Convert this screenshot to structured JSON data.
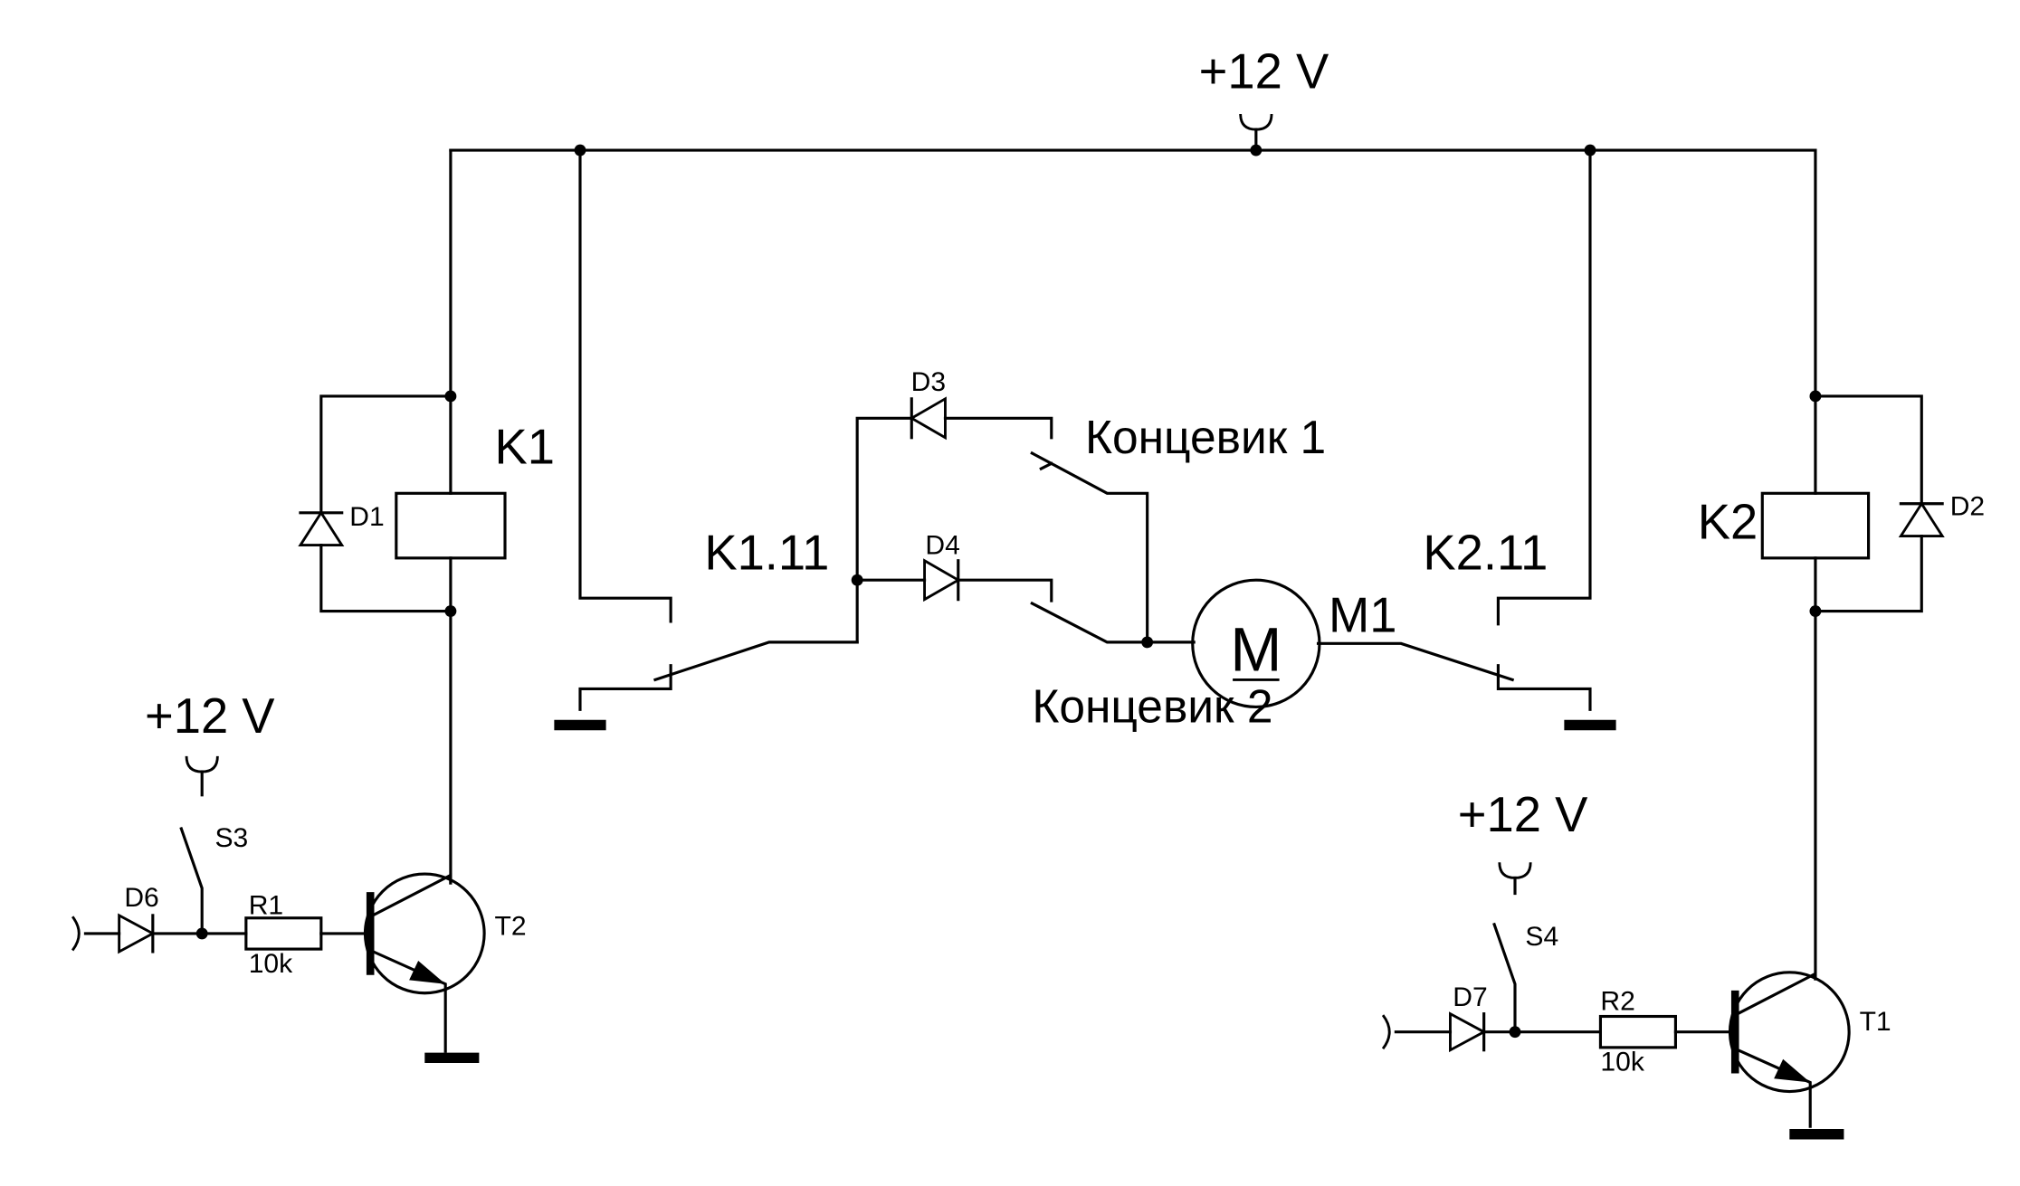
{
  "labels": {
    "supply_top": "+12 V",
    "supply_left": "+12 V",
    "supply_right": "+12 V",
    "k1": "K1",
    "k2": "K2",
    "k1_contact": "K1.11",
    "k2_contact": "K2.11",
    "limit1": "Концевик 1",
    "limit2": "Концевик 2",
    "motor": "M1",
    "motor_symbol": "M",
    "d1": "D1",
    "d2": "D2",
    "d3": "D3",
    "d4": "D4",
    "d6": "D6",
    "d7": "D7",
    "s3": "S3",
    "s4": "S4",
    "r1": "R1",
    "r1_value": "10k",
    "r2": "R2",
    "r2_value": "10k",
    "t1": "T1",
    "t2": "T2"
  }
}
